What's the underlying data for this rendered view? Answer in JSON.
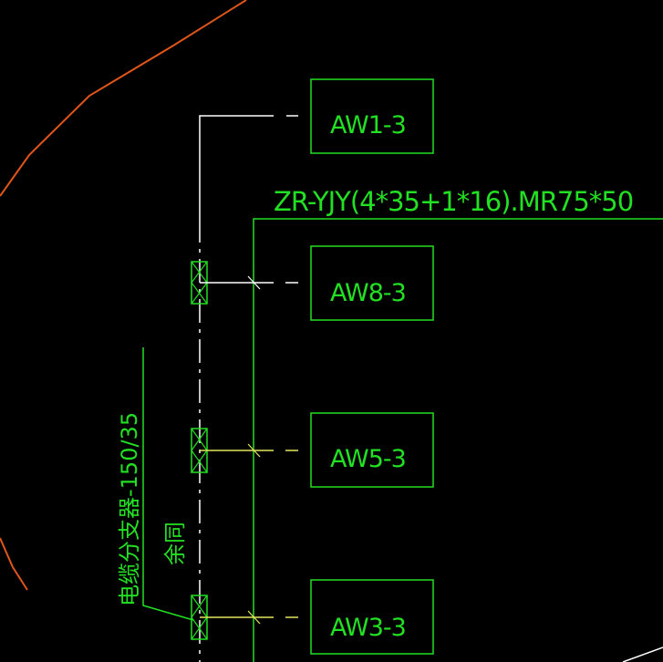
{
  "colors": {
    "background": "#000000",
    "boundary_curve": "#e0561a",
    "green": "#22e022",
    "white": "#ffffff",
    "yellow": "#e6e65a"
  },
  "panels": [
    {
      "label": "AW1-3"
    },
    {
      "label": "AW8-3"
    },
    {
      "label": "AW5-3"
    },
    {
      "label": "AW3-3"
    }
  ],
  "cable_spec": "ZR-YJY(4*35+1*16).MR75*50",
  "branch_note": {
    "line1": "电缆分支器-150/35",
    "line2": "余同"
  }
}
